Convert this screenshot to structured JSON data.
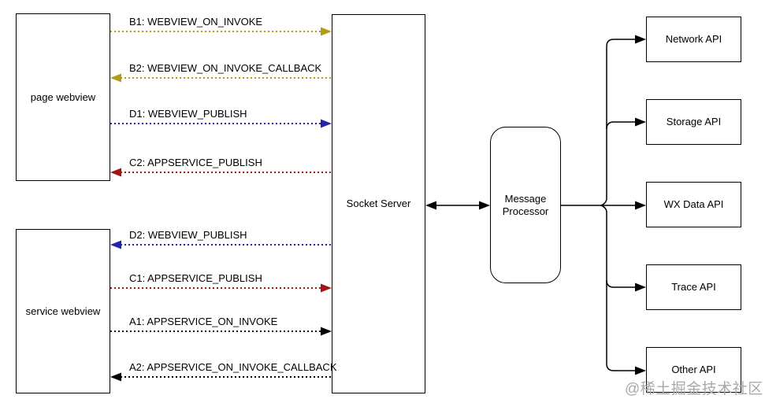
{
  "diagram": {
    "nodes": {
      "page_webview": {
        "label": "page webview"
      },
      "service_webview": {
        "label": "service webview"
      },
      "socket_server": {
        "label": "Socket Server"
      },
      "message_processor": {
        "label": "Message Processor"
      }
    },
    "edges": [
      {
        "id": "B1",
        "label": "B1: WEBVIEW_ON_INVOKE",
        "color": "#b09c1a",
        "direction": "right",
        "style": "dotted"
      },
      {
        "id": "B2",
        "label": "B2: WEBVIEW_ON_INVOKE_CALLBACK",
        "color": "#b09c1a",
        "direction": "left",
        "style": "dotted"
      },
      {
        "id": "D1",
        "label": "D1: WEBVIEW_PUBLISH",
        "color": "#2323ae",
        "direction": "right",
        "style": "dotted"
      },
      {
        "id": "C2",
        "label": "C2: APPSERVICE_PUBLISH",
        "color": "#a31515",
        "direction": "left",
        "style": "dotted"
      },
      {
        "id": "D2",
        "label": "D2: WEBVIEW_PUBLISH",
        "color": "#2323ae",
        "direction": "left",
        "style": "dotted"
      },
      {
        "id": "C1",
        "label": "C1: APPSERVICE_PUBLISH",
        "color": "#a31515",
        "direction": "right",
        "style": "dotted"
      },
      {
        "id": "A1",
        "label": "A1: APPSERVICE_ON_INVOKE",
        "color": "#000000",
        "direction": "right",
        "style": "dotted"
      },
      {
        "id": "A2",
        "label": "A2: APPSERVICE_ON_INVOKE_CALLBACK",
        "color": "#000000",
        "direction": "left",
        "style": "dotted"
      }
    ],
    "apis": [
      {
        "label": "Network API"
      },
      {
        "label": "Storage API"
      },
      {
        "label": "WX Data API"
      },
      {
        "label": "Trace API"
      },
      {
        "label": "Other API"
      }
    ],
    "colors": {
      "connector": "#000000",
      "olive": "#b09c1a",
      "blue": "#2323ae",
      "red": "#a31515",
      "watermark": "#a9a9a9"
    },
    "watermark": {
      "text": "@稀土掘金技术社区"
    }
  }
}
